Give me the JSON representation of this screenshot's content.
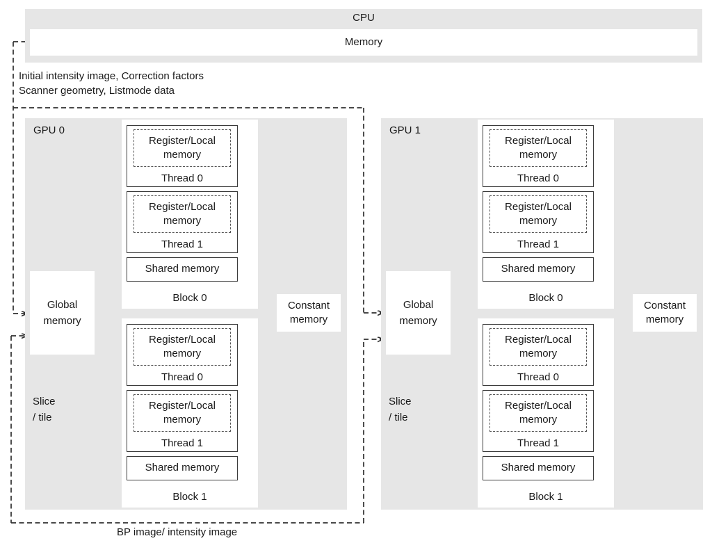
{
  "cpu": {
    "label": "CPU",
    "memory": {
      "label": "Memory"
    }
  },
  "annotations": {
    "host_to_device_line1": "Initial intensity image, Correction factors",
    "host_to_device_line2": "Scanner geometry, Listmode data",
    "device_to_host": "BP image/ intensity image"
  },
  "gpus": [
    {
      "label": "GPU 0",
      "global_memory": {
        "line1": "Global",
        "line2": "memory"
      },
      "constant_memory": {
        "line1": "Constant",
        "line2": "memory"
      },
      "slice_tile": {
        "line1": "Slice",
        "line2": "/ tile"
      },
      "blocks": [
        {
          "label": "Block 0",
          "shared_memory": "Shared memory",
          "threads": [
            {
              "label": "Thread 0",
              "register": {
                "line1": "Register/Local",
                "line2": "memory"
              }
            },
            {
              "label": "Thread 1",
              "register": {
                "line1": "Register/Local",
                "line2": "memory"
              }
            }
          ]
        },
        {
          "label": "Block 1",
          "shared_memory": "Shared memory",
          "threads": [
            {
              "label": "Thread 0",
              "register": {
                "line1": "Register/Local",
                "line2": "memory"
              }
            },
            {
              "label": "Thread 1",
              "register": {
                "line1": "Register/Local",
                "line2": "memory"
              }
            }
          ]
        }
      ]
    },
    {
      "label": "GPU 1",
      "global_memory": {
        "line1": "Global",
        "line2": "memory"
      },
      "constant_memory": {
        "line1": "Constant",
        "line2": "memory"
      },
      "slice_tile": {
        "line1": "Slice",
        "line2": "/ tile"
      },
      "blocks": [
        {
          "label": "Block 0",
          "shared_memory": "Shared memory",
          "threads": [
            {
              "label": "Thread 0",
              "register": {
                "line1": "Register/Local",
                "line2": "memory"
              }
            },
            {
              "label": "Thread 1",
              "register": {
                "line1": "Register/Local",
                "line2": "memory"
              }
            }
          ]
        },
        {
          "label": "Block 1",
          "shared_memory": "Shared memory",
          "threads": [
            {
              "label": "Thread 0",
              "register": {
                "line1": "Register/Local",
                "line2": "memory"
              }
            },
            {
              "label": "Thread 1",
              "register": {
                "line1": "Register/Local",
                "line2": "memory"
              }
            }
          ]
        }
      ]
    }
  ],
  "colors": {
    "panel_bg": "#e6e6e6",
    "box_border": "#3a3a3a",
    "line": "#2e2e2e"
  }
}
